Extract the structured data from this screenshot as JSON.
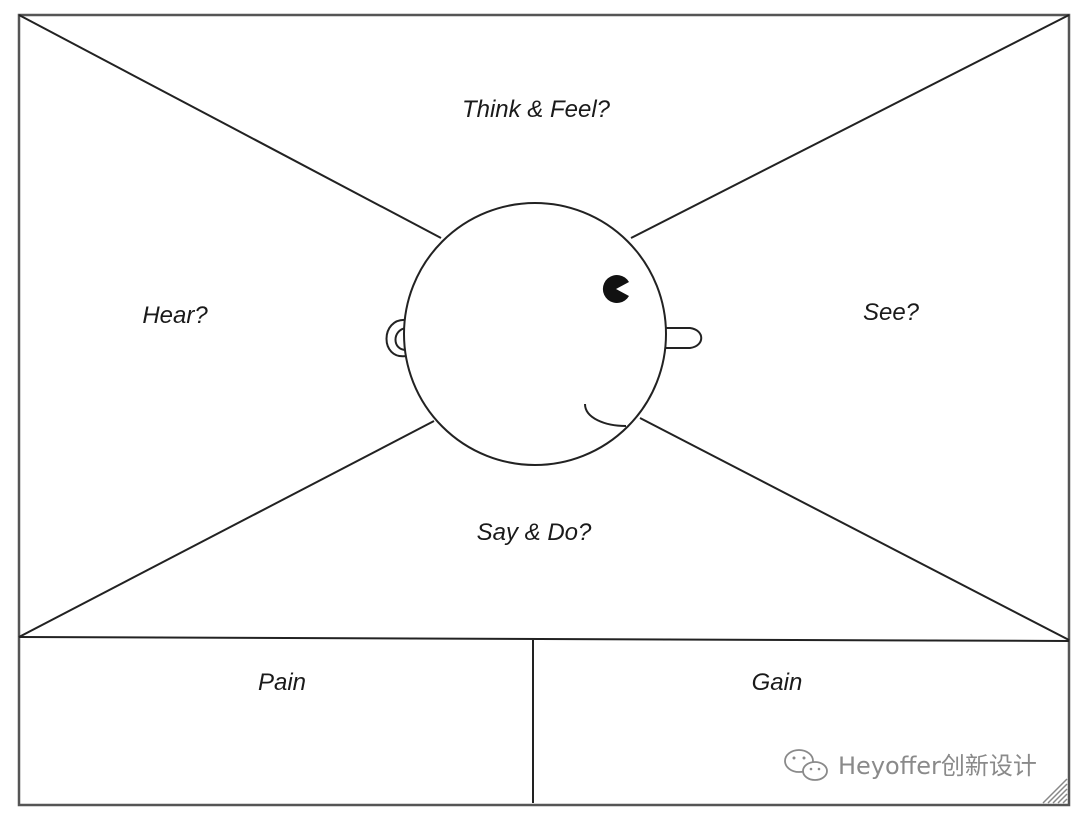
{
  "diagram": {
    "quadrants": {
      "top": "Think & Feel?",
      "left": "Hear?",
      "right": "See?",
      "bottom": "Say & Do?"
    },
    "bottom_panels": {
      "left": "Pain",
      "right": "Gain"
    }
  },
  "watermark": {
    "text": "Heyoffer创新设计",
    "icon": "wechat-icon"
  }
}
